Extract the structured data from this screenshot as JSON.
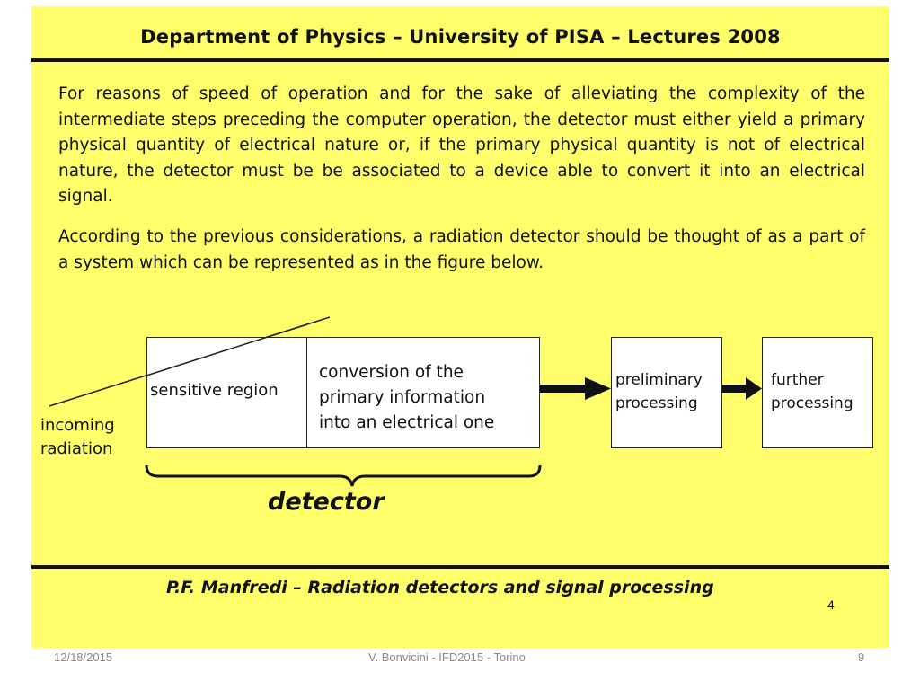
{
  "slide": {
    "header": "Department of Physics – University of PISA – Lectures 2008",
    "paragraph1": "For reasons of speed of operation and for the sake of alleviating the complexity of the intermediate steps preceding the computer operation, the detector must either yield a primary physical quantity of electrical nature or, if the primary physical quantity is not of electrical nature, the detector must be be associated to a device able to convert it into an electrical signal.",
    "paragraph2": "According to the previous considerations, a radiation detector should be thought of as a part of a system which can be represented as in the figure below.",
    "diagram": {
      "incoming_line1": "incoming",
      "incoming_line2": "radiation",
      "sensitive_region": "sensitive region",
      "conversion_line1": "conversion of the",
      "conversion_line2": "primary information",
      "conversion_line3": "into an electrical one",
      "preliminary_line1": "preliminary",
      "preliminary_line2": "processing",
      "further_line1": "further",
      "further_line2": "processing",
      "detector": "detector"
    },
    "credit": "P.F. Manfredi  –  Radiation detectors and signal processing",
    "inner_page_number": "4",
    "background_color": "#ffff6b"
  },
  "footer": {
    "date": "12/18/2015",
    "center": "V. Bonvicini - IFD2015 - Torino",
    "page": "9"
  }
}
